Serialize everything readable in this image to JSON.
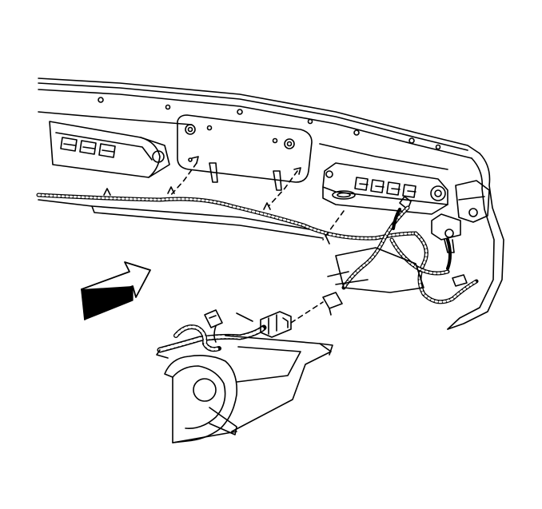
{
  "diagram": {
    "colors": {
      "line": "#000000",
      "background": "#ffffff"
    },
    "parts": [
      "front-bumper",
      "license-plate-bracket",
      "left-fog-lamp",
      "right-fog-lamp",
      "wiring-harness",
      "harness-connector",
      "horn-bracket",
      "horn",
      "view-direction-arrow"
    ]
  }
}
